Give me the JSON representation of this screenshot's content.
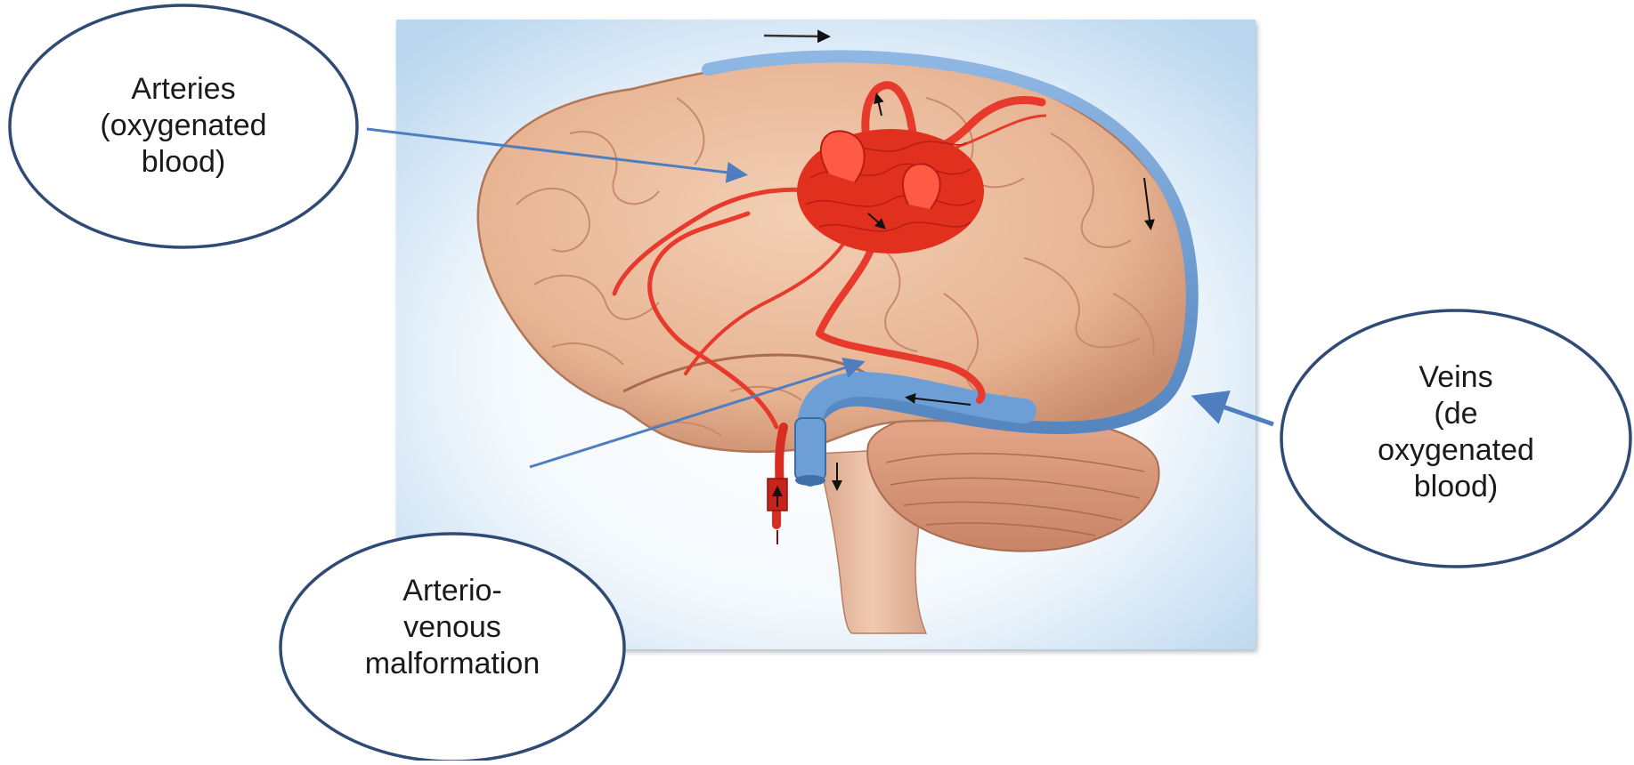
{
  "callouts": {
    "arteries": {
      "lines": [
        "Arteries",
        "(oxygenated",
        "blood)"
      ]
    },
    "avm": {
      "lines": [
        "Arterio-",
        "venous",
        "malformation"
      ]
    },
    "veins": {
      "lines": [
        "Veins",
        "(de",
        "oxygenated",
        "blood)"
      ]
    }
  },
  "colors": {
    "callout_border": "#2f4a75",
    "pointer_arrow": "#4f7ec0",
    "artery": "#e83a2c",
    "vein": "#5b8fc9",
    "brain": "#e9b99a",
    "panel_bg": "#dcebf7"
  }
}
